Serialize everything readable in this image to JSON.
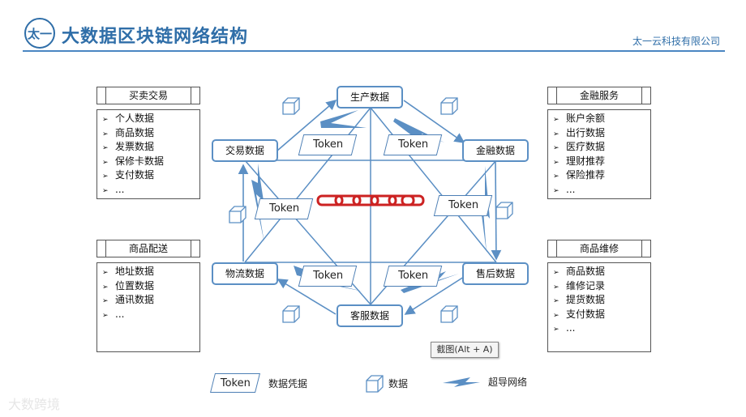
{
  "header": {
    "logo": "太一",
    "title": "大数据区块链网络结构",
    "company": "太一云科技有限公司"
  },
  "nodes": {
    "production": "生产数据",
    "trading": "交易数据",
    "finance": "金融数据",
    "logistics": "物流数据",
    "after_sales": "售后数据",
    "customer_service": "客服数据"
  },
  "token_label": "Token",
  "panels": {
    "top_left": {
      "title": "买卖交易",
      "items": [
        "个人数据",
        "商品数据",
        "发票数据",
        "保修卡数据",
        "支付数据",
        "..."
      ]
    },
    "top_right": {
      "title": "金融服务",
      "items": [
        "账户余额",
        "出行数据",
        "医疗数据",
        "理财推荐",
        "保险推荐",
        "..."
      ]
    },
    "bottom_left": {
      "title": "商品配送",
      "items": [
        "地址数据",
        "位置数据",
        "通讯数据",
        "..."
      ]
    },
    "bottom_right": {
      "title": "商品维修",
      "items": [
        "商品数据",
        "维修记录",
        "提货数据",
        "支付数据",
        "..."
      ]
    }
  },
  "tooltip": "截图(Alt + A)",
  "legend": {
    "token_text": "Token",
    "token_desc": "数据凭据",
    "data_desc": "数据",
    "network_desc": "超导网络"
  },
  "watermark": "大数跨境",
  "colors": {
    "accent": "#2f6ea8",
    "line": "#5b8fc4",
    "chain": "#cc2222"
  }
}
